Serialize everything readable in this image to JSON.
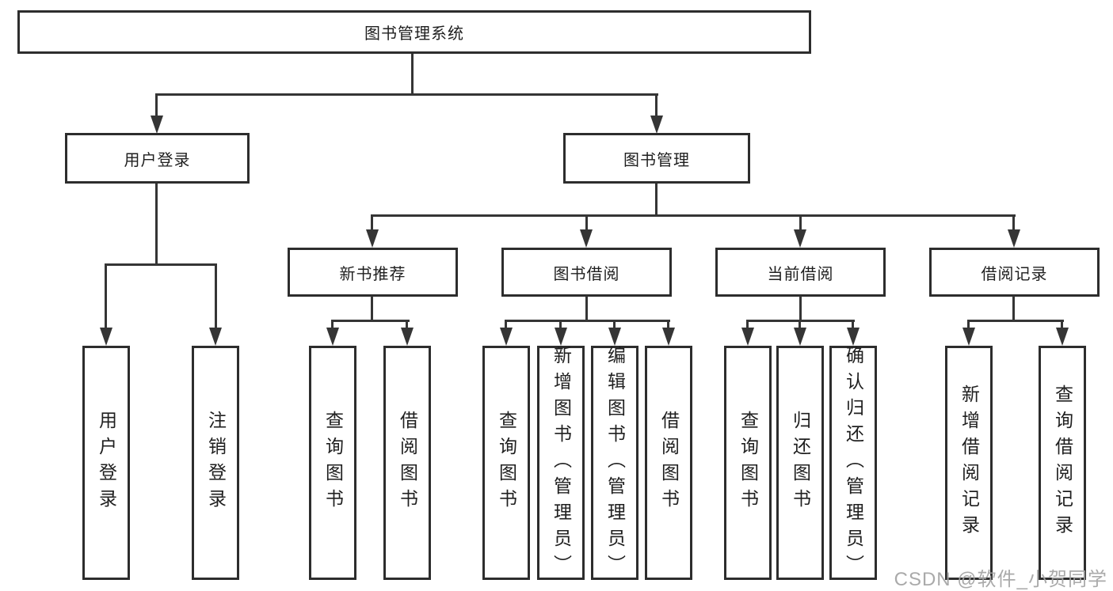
{
  "colors": {
    "line": "#353535",
    "border": "#2d2d2d",
    "text": "#1f1f1f",
    "watermark": "#a3a3a3",
    "bg": "#ffffff"
  },
  "watermark": {
    "label": "CSDN @软件_小贺同学"
  },
  "nodes": {
    "root": {
      "label": "图书管理系统"
    },
    "level2": [
      {
        "label": "用户登录"
      },
      {
        "label": "图书管理"
      }
    ],
    "level3": [
      {
        "label": "新书推荐"
      },
      {
        "label": "图书借阅"
      },
      {
        "label": "当前借阅"
      },
      {
        "label": "借阅记录"
      }
    ],
    "leaves": [
      {
        "label": "用户登录"
      },
      {
        "label": "注销登录"
      },
      {
        "label": "查询图书"
      },
      {
        "label": "借阅图书"
      },
      {
        "label": "查询图书"
      },
      {
        "label": "新增图书（管理员）"
      },
      {
        "label": "编辑图书（管理员）"
      },
      {
        "label": "借阅图书"
      },
      {
        "label": "查询图书"
      },
      {
        "label": "归还图书"
      },
      {
        "label": "确认归还（管理员）"
      },
      {
        "label": "新增借阅记录"
      },
      {
        "label": "查询借阅记录"
      }
    ]
  }
}
